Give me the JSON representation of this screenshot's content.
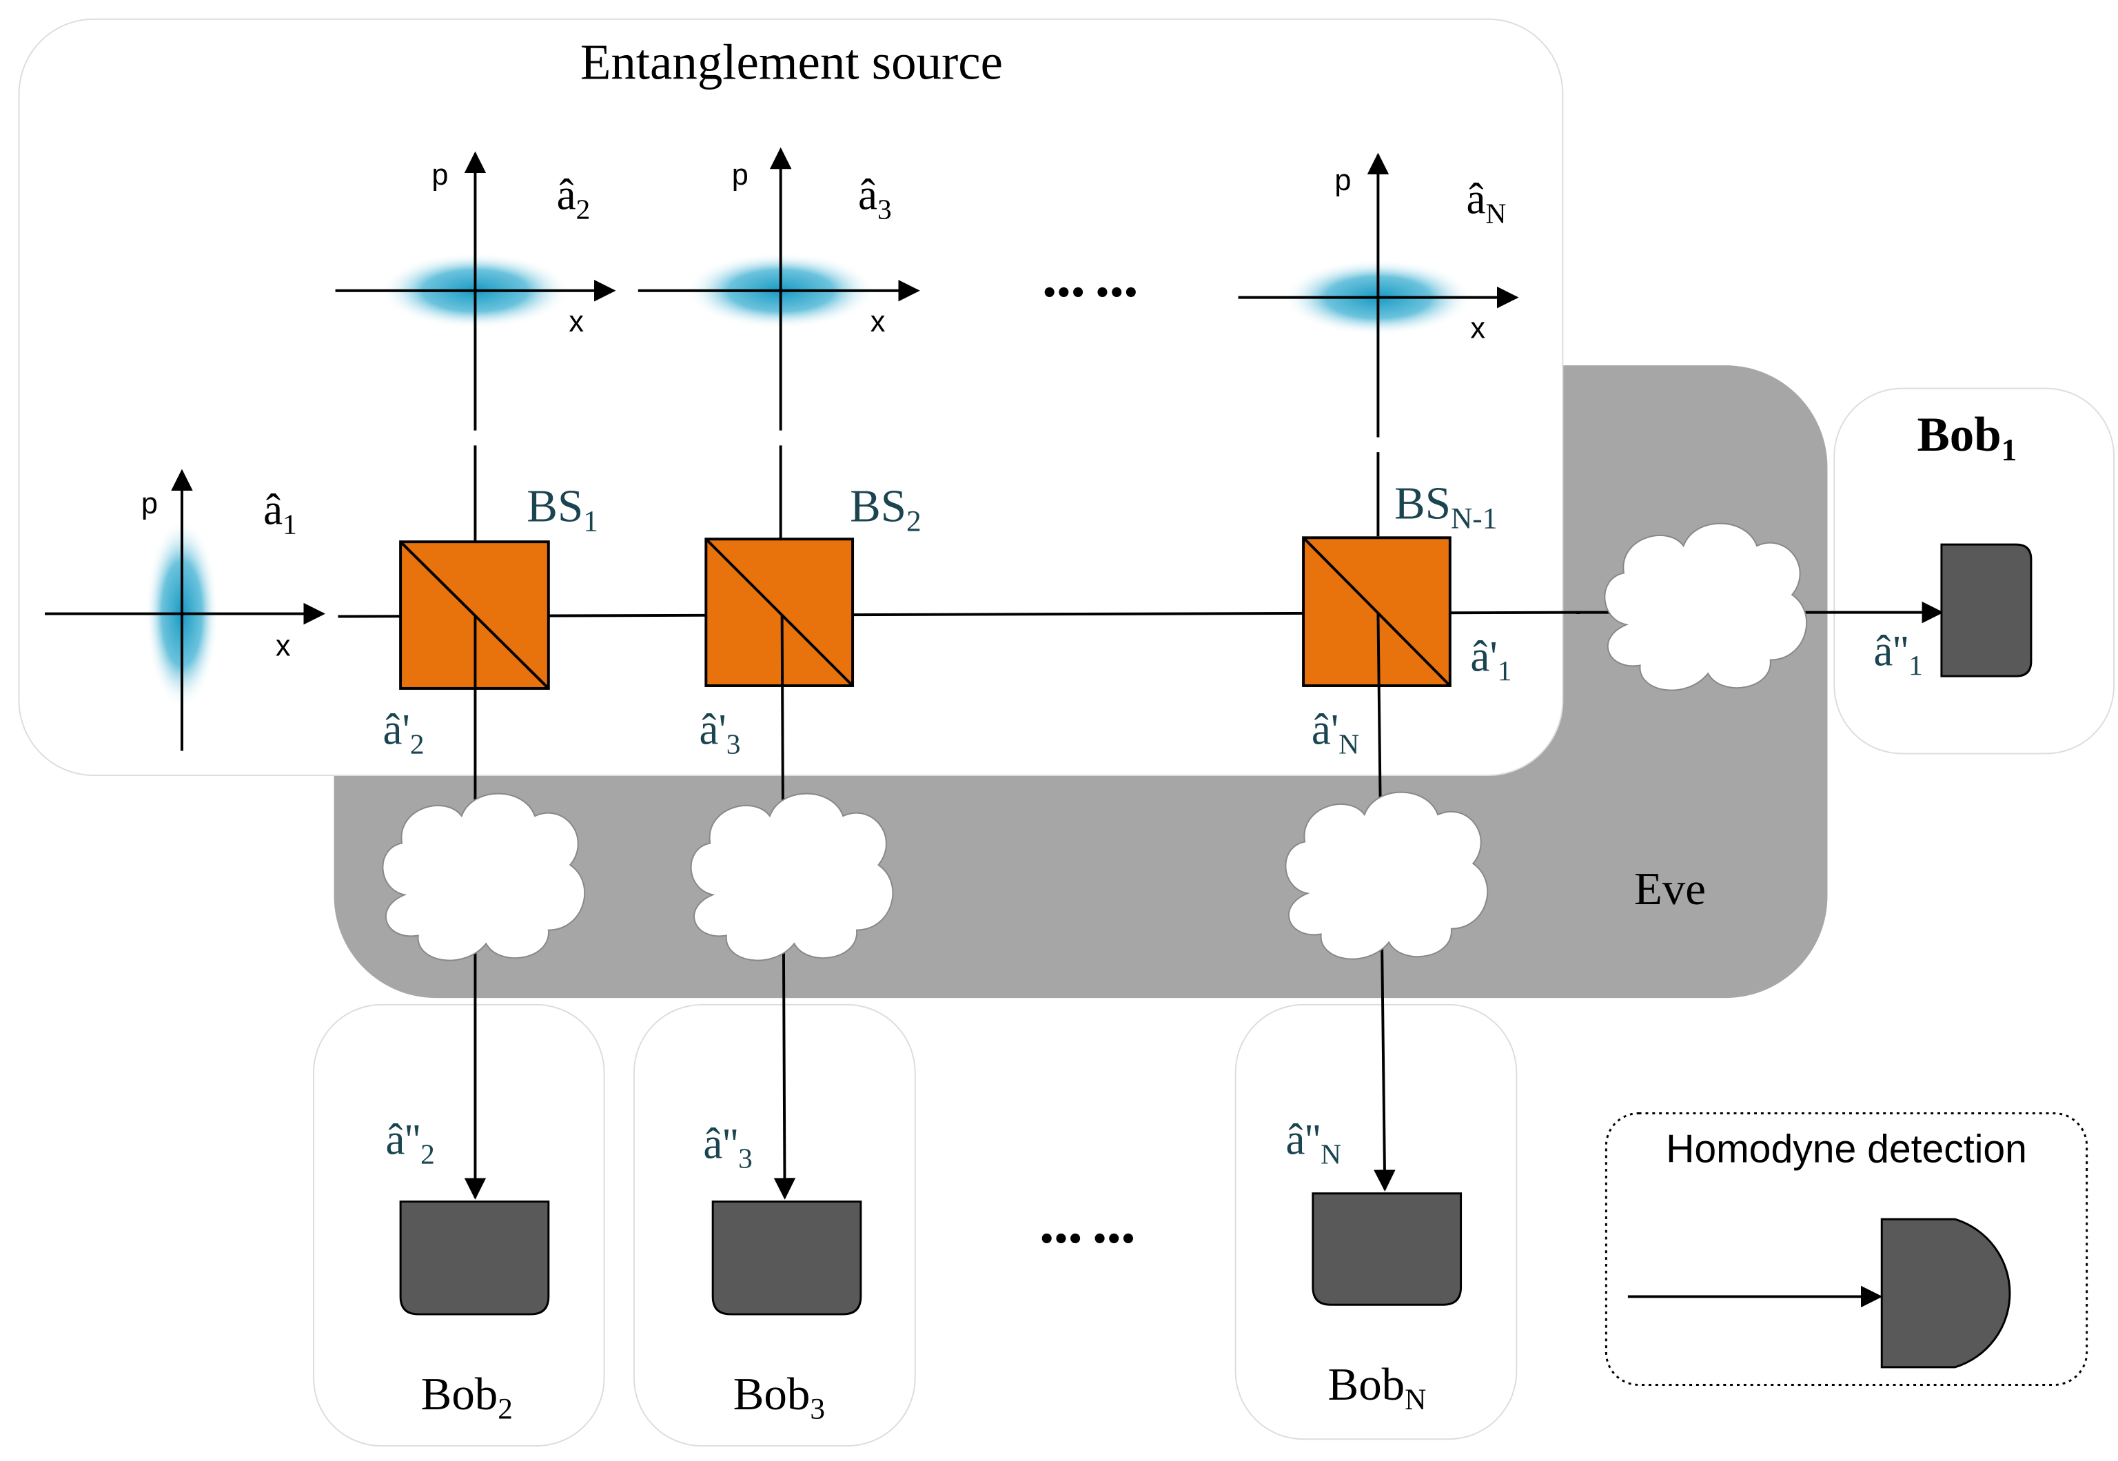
{
  "title": "Entanglement source",
  "eve_label": "Eve",
  "legend": {
    "title": "Homodyne detection"
  },
  "colors": {
    "eve_region": "#a6a6a6",
    "beam_splitter": "#e8720c",
    "detector": "#595959",
    "squeezed_state": "#1a9bc4",
    "bs_label": "#1a4450"
  },
  "phase_space": {
    "axis_p": "p",
    "axis_x": "x",
    "modes": [
      {
        "base": "â",
        "sub": "1"
      },
      {
        "base": "â",
        "sub": "2"
      },
      {
        "base": "â",
        "sub": "3"
      },
      {
        "base": "â",
        "sub": "N"
      }
    ]
  },
  "ellipsis": "••• •••",
  "beam_splitters": [
    {
      "base": "BS",
      "sub": "1"
    },
    {
      "base": "BS",
      "sub": "2"
    },
    {
      "base": "BS",
      "sub": "N-1"
    }
  ],
  "output_modes": [
    {
      "base": "â'",
      "sub": "1"
    },
    {
      "base": "â'",
      "sub": "2"
    },
    {
      "base": "â'",
      "sub": "3"
    },
    {
      "base": "â'",
      "sub": "N"
    }
  ],
  "received_modes": [
    {
      "base": "â''",
      "sub": "1"
    },
    {
      "base": "â''",
      "sub": "2"
    },
    {
      "base": "â''",
      "sub": "3"
    },
    {
      "base": "â''",
      "sub": "N"
    }
  ],
  "bobs": [
    {
      "base": "Bob",
      "sub": "1"
    },
    {
      "base": "Bob",
      "sub": "2"
    },
    {
      "base": "Bob",
      "sub": "3"
    },
    {
      "base": "Bob",
      "sub": "N"
    }
  ]
}
